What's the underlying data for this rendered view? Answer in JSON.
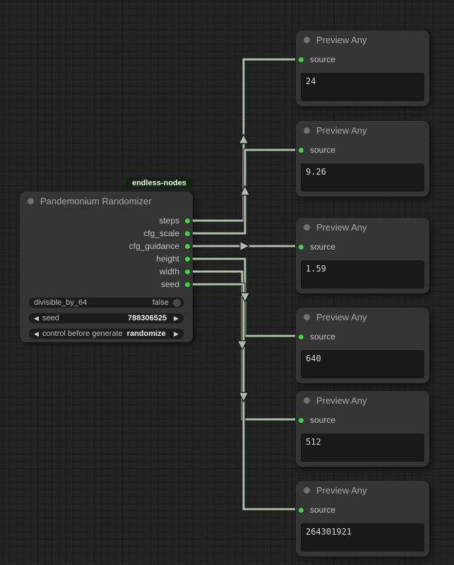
{
  "badge": {
    "label": "endless-nodes"
  },
  "icons": {
    "decrement": "◀",
    "increment": "▶"
  },
  "randomizer_node": {
    "title": "Pandemonium Randomizer",
    "outputs": [
      "steps",
      "cfg_scale",
      "cfg_guidance",
      "height",
      "width",
      "seed"
    ],
    "widgets": [
      {
        "label": "divisible_by_64",
        "value": "false"
      },
      {
        "label": "seed",
        "value": "788306525"
      },
      {
        "label": "control before generate",
        "value": "randomize"
      }
    ]
  },
  "preview_nodes": [
    {
      "title": "Preview Any",
      "input_label": "source",
      "value": "24"
    },
    {
      "title": "Preview Any",
      "input_label": "source",
      "value": "9.26"
    },
    {
      "title": "Preview Any",
      "input_label": "source",
      "value": "1.59"
    },
    {
      "title": "Preview Any",
      "input_label": "source",
      "value": "640"
    },
    {
      "title": "Preview Any",
      "input_label": "source",
      "value": "512"
    },
    {
      "title": "Preview Any",
      "input_label": "source",
      "value": "264301921"
    }
  ],
  "colors": {
    "canvas_bg": "#232323",
    "node_bg": "#353535",
    "slot_green": "#44d544",
    "wire": "#abc0a6",
    "badge_bg": "#13240f",
    "value_box_bg": "#191919"
  }
}
